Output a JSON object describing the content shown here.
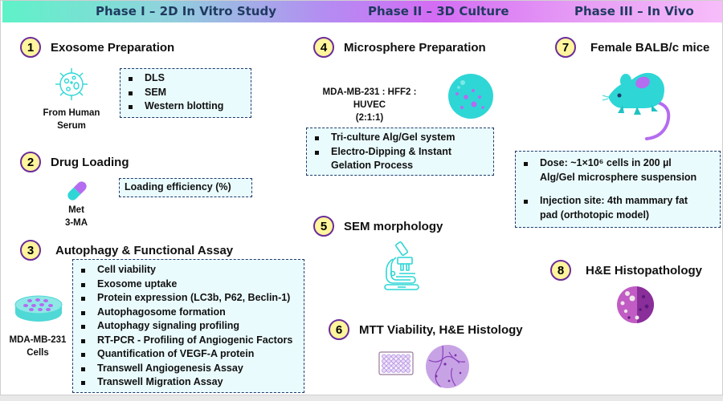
{
  "header": {
    "phases": [
      "Phase I – 2D In Vitro Study",
      "Phase II – 3D Culture",
      "Phase III – In Vivo"
    ]
  },
  "steps": [
    {
      "number": "1",
      "title": "Exosome Preparation",
      "source_label": [
        "From Human",
        "Serum"
      ],
      "icon": "exosome-icon",
      "items": [
        "DLS",
        "SEM",
        "Western blotting"
      ]
    },
    {
      "number": "2",
      "title": "Drug Loading",
      "source_label": [
        "Met",
        "3-MA"
      ],
      "icon": "capsule-icon",
      "items": [
        "Loading efficiency (%)"
      ]
    },
    {
      "number": "3",
      "title": "Autophagy & Functional  Assay",
      "source_label": [
        "MDA-MB-231",
        "Cells"
      ],
      "icon": "petri-dish-icon",
      "items": [
        "Cell viability",
        " Exosome uptake",
        "Protein expression (LC3b, P62, Beclin-1)",
        "Autophagosome formation",
        "Autophagy signaling profiling",
        "RT-PCR - Profiling of Angiogenic Factors",
        "Quantification of VEGF-A protein",
        "Transwell Angiogenesis Assay",
        "Transwell Migration Assay"
      ]
    },
    {
      "number": "4",
      "title": "Microsphere  Preparation",
      "source_label": [
        "MDA-MB-231 : HFF2 : HUVEC",
        "(2:1:1)"
      ],
      "icon": "microsphere-icon",
      "items": [
        "Tri-culture Alg/Gel system",
        "Electro-Dipping & Instant",
        "Gelation Process"
      ]
    },
    {
      "number": "5",
      "title": "SEM morphology",
      "icon": "microscope-icon"
    },
    {
      "number": "6",
      "title": "MTT Viability, H&E Histology",
      "icon": "well-plate-icon"
    },
    {
      "number": "7",
      "title": "Female BALB/c mice",
      "icon": "mouse-icon",
      "items": [
        "Dose: ~1×10⁶ cells in 200 µl",
        "Alg/Gel microsphere suspension",
        "Injection site: 4th mammary fat",
        "pad (orthotopic model)"
      ]
    },
    {
      "number": "8",
      "title": "H&E Histopathology",
      "icon": "histology-slide-icon"
    }
  ],
  "colors": {
    "teal": "#2fd6d6",
    "purple": "#b46cf0",
    "badge_fill": "#fff59d",
    "badge_border": "#6a2b9a",
    "box_fill": "#eafbfd",
    "box_border": "#1f3a6a",
    "header_text": "#1f3a5f"
  }
}
